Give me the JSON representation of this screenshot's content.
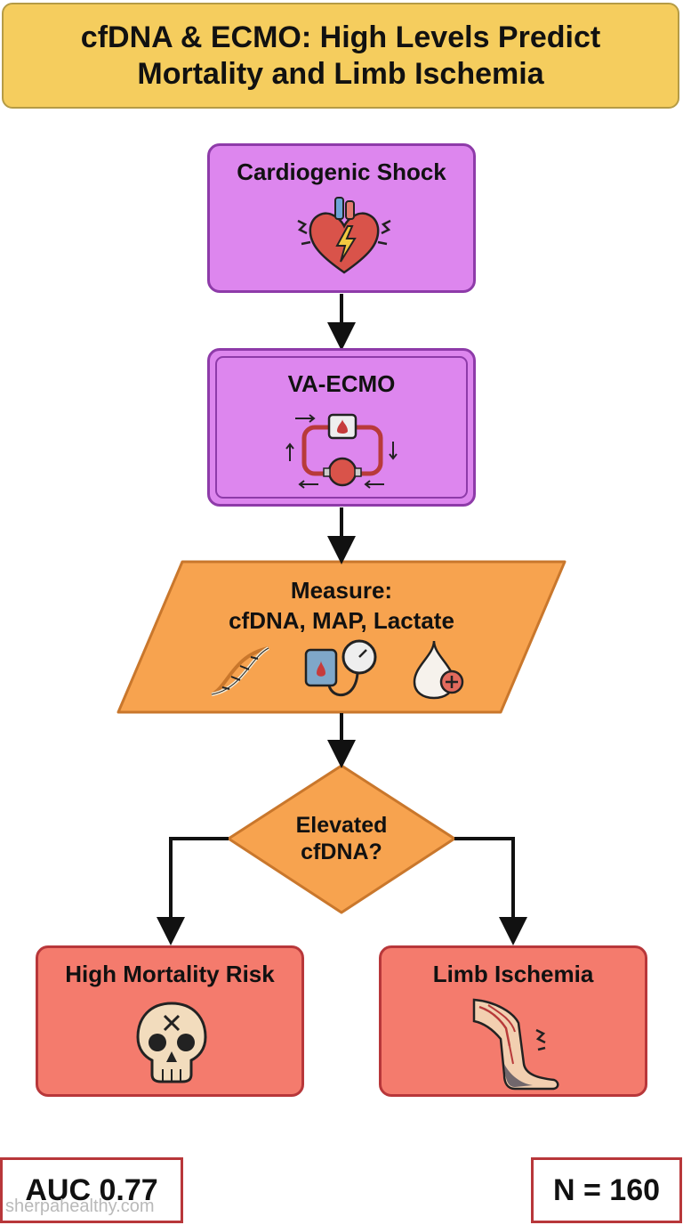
{
  "title": {
    "line1": "cfDNA & ECMO: High Levels Predict",
    "line2": "Mortality and Limb Ischemia"
  },
  "nodes": {
    "shock": {
      "label": "Cardiogenic Shock",
      "icon": "heart-icon"
    },
    "ecmo": {
      "label": "VA-ECMO",
      "icon": "ecmo-circuit-icon"
    },
    "measure": {
      "line1": "Measure:",
      "line2": "cfDNA, MAP, Lactate",
      "icons": [
        "dna-icon",
        "blood-pressure-gauge-icon",
        "lactate-drop-icon"
      ]
    },
    "decision": {
      "line1": "Elevated",
      "line2": "cfDNA?"
    },
    "mortality": {
      "label": "High Mortality Risk",
      "icon": "skull-icon"
    },
    "ischemia": {
      "label": "Limb Ischemia",
      "icon": "ischemic-leg-icon"
    }
  },
  "stats": {
    "auc": "AUC 0.77",
    "n": "N = 160"
  },
  "watermark": "sherpahealthy.com",
  "colors": {
    "title_bg": "#f5cd5e",
    "purple_fill": "#dd86ee",
    "purple_border": "#8e3ba9",
    "orange_fill": "#f7a34f",
    "orange_border": "#c9772c",
    "red_fill": "#f47b6d",
    "red_border": "#b8373a"
  }
}
